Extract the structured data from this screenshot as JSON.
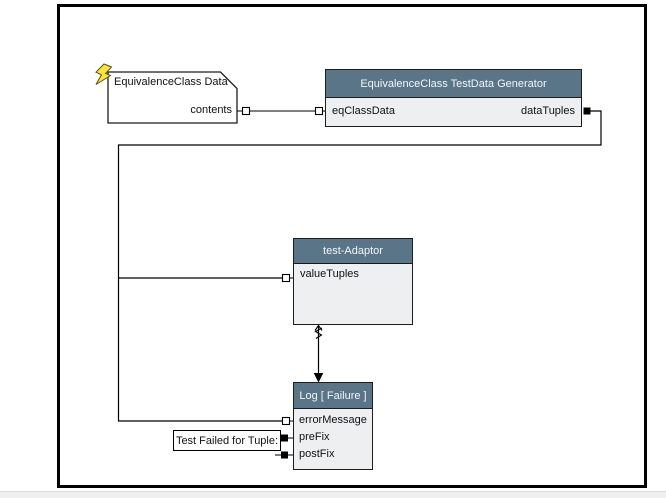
{
  "colors": {
    "header_bg": "#5a7488",
    "body_bg": "#edeff1",
    "bolt_yellow": "#ffe23d",
    "wire": "#000000"
  },
  "note": {
    "title": "EquivalenceClass Data",
    "port_label": "contents"
  },
  "generator": {
    "title": "EquivalenceClass TestData Generator",
    "left_port": "eqClassData",
    "right_port": "dataTuples"
  },
  "adaptor": {
    "title": "test-Adaptor",
    "left_port": "valueTuples"
  },
  "log": {
    "title": "Log [ Failure ]",
    "ports": [
      "errorMessage",
      "preFix",
      "postFix"
    ]
  },
  "annotation": {
    "label": "Test Failed for Tuple:"
  }
}
